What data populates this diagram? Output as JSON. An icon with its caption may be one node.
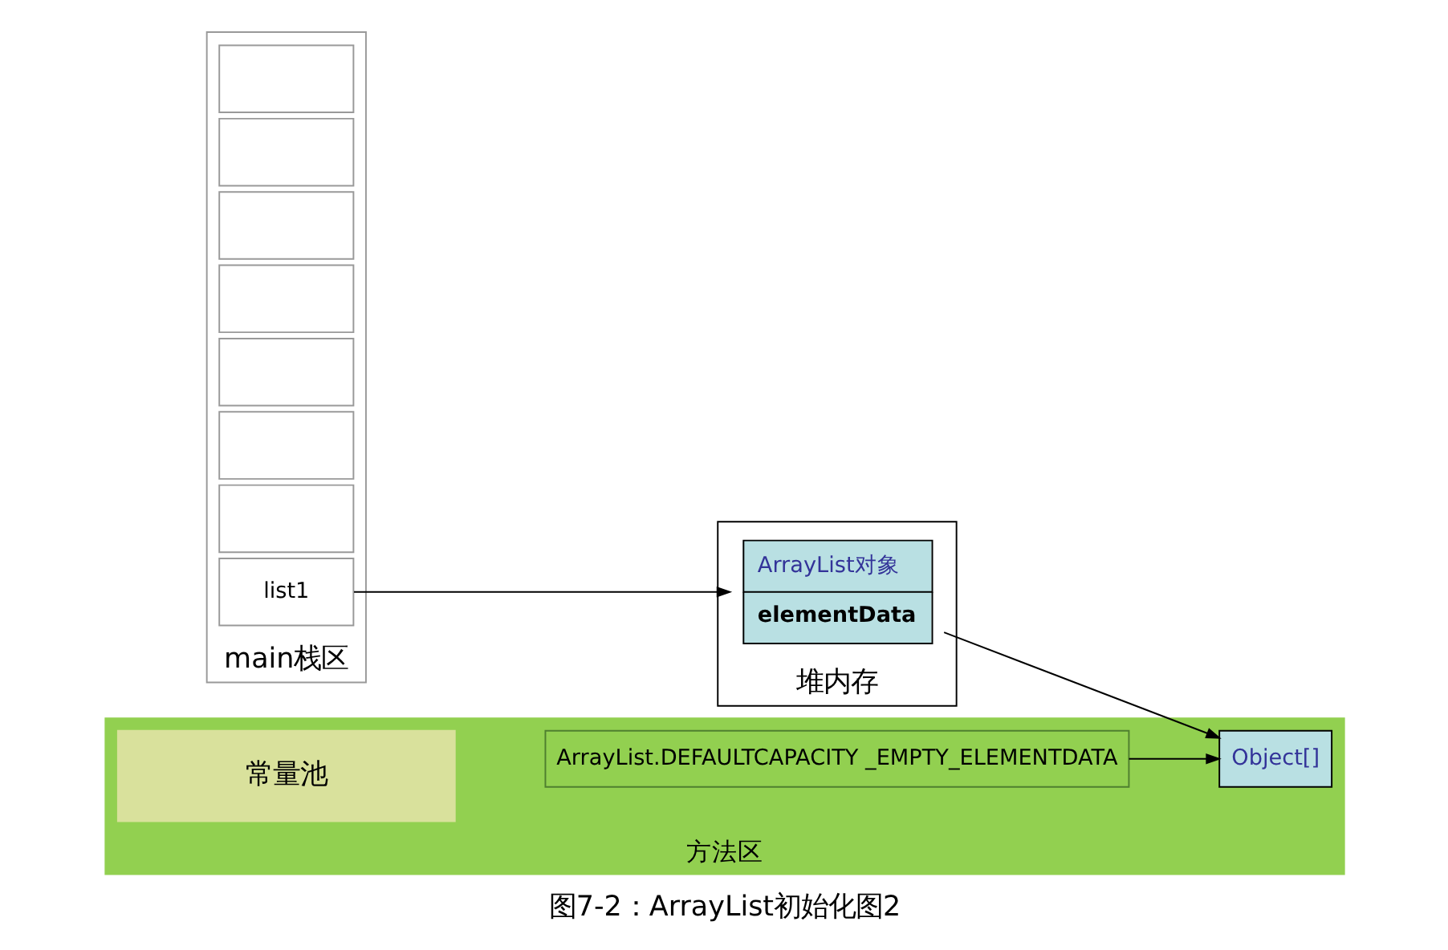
{
  "diagram": {
    "caption": "图7-2：ArrayList初始化图2",
    "nodes": [
      {
        "text": [
          "main栈区"
        ]
      },
      {
        "text": [],
        "shape": "box",
        "in": 0
      },
      {
        "text": [],
        "shape": "box",
        "in": 0
      },
      {
        "text": [],
        "shape": "box",
        "in": 0
      },
      {
        "text": [],
        "shape": "box",
        "in": 0
      },
      {
        "text": [],
        "shape": "box",
        "in": 0
      },
      {
        "text": [],
        "shape": "box",
        "in": 0
      },
      {
        "text": [],
        "shape": "box",
        "in": 0
      },
      {
        "text": [
          "list1"
        ],
        "in": 0
      },
      {
        "text": [
          "堆内存"
        ]
      },
      {
        "text": [
          "ArrayList对象",
          "elementData"
        ],
        "in": 9
      },
      {
        "text": [
          "方法区"
        ]
      },
      {
        "text": [
          "ArrayList.DEFAULTCAPACITY _EMPTY_ELEMENTDATA"
        ],
        "in": 11
      },
      {
        "text": [
          "Object[]"
        ],
        "in": 11
      },
      {
        "text": [
          "常量池"
        ],
        "in": 11
      }
    ],
    "edges": [
      {
        "from": 8,
        "to": 10,
        "arrow": "to"
      },
      {
        "from": 10,
        "to": 13,
        "arrow": "to"
      },
      {
        "from": 12,
        "to": 13,
        "arrow": "to"
      }
    ]
  }
}
